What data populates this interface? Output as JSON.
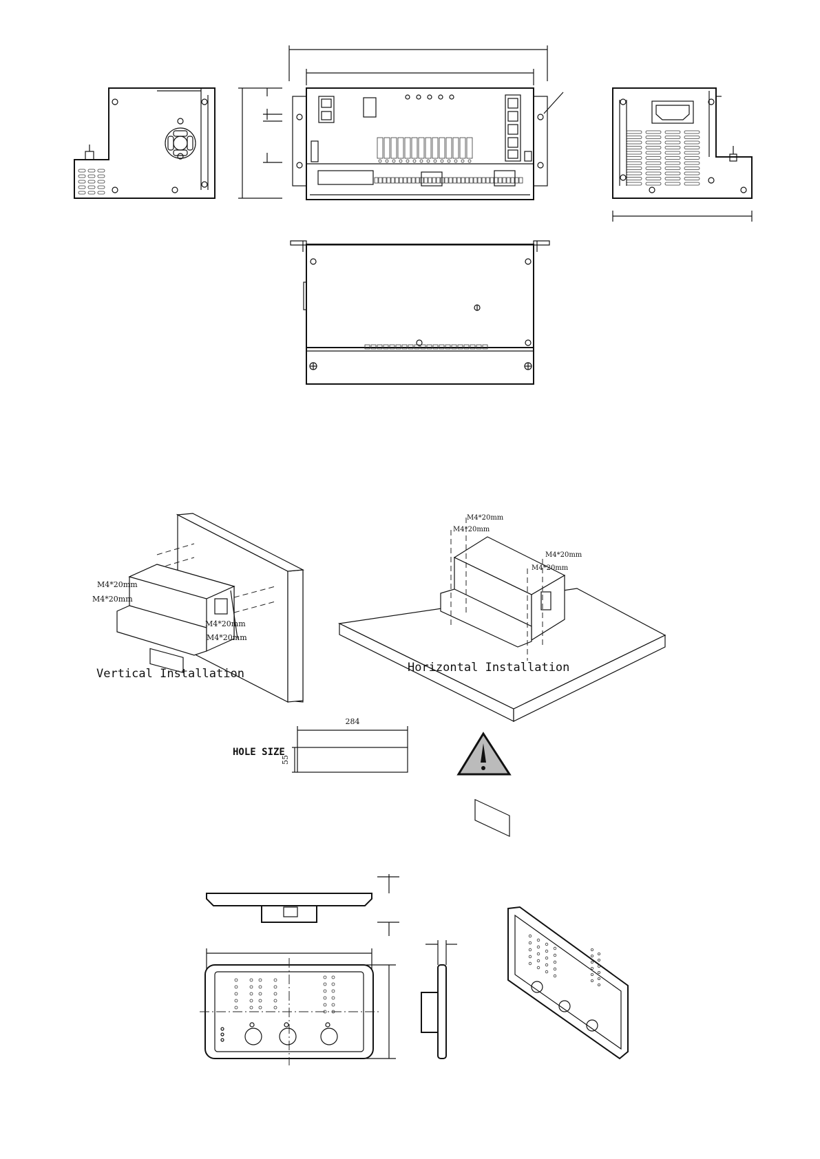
{
  "installation": {
    "vertical_label": "Vertical Installation",
    "horizontal_label": "Horizontal Installation",
    "screw_label": "M4*20mm"
  },
  "hole_size": {
    "title": "HOLE SIZE",
    "width": "284",
    "height": "55"
  },
  "icons": {
    "warning": "warning-triangle-icon"
  }
}
